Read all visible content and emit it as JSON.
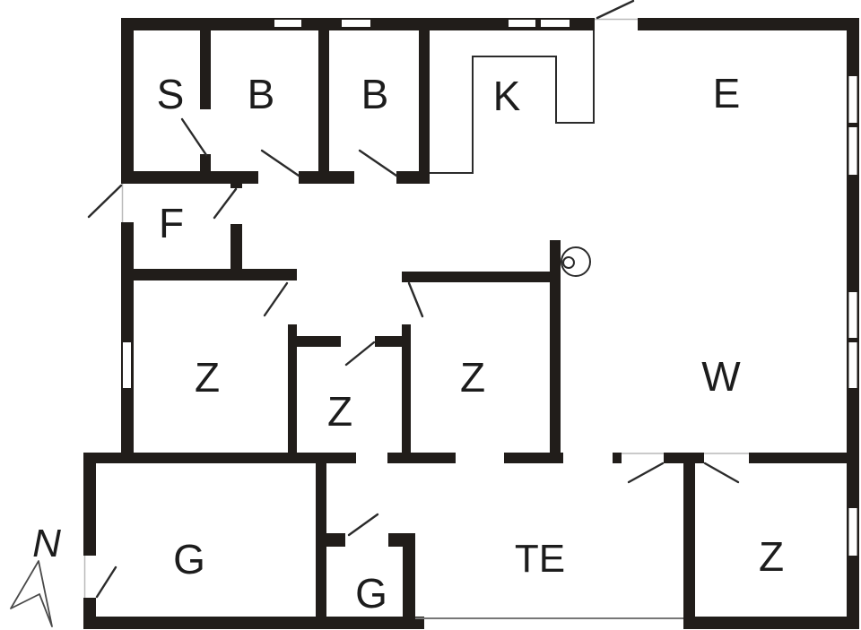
{
  "plan_title": "holiday-house-floor-plan",
  "colors": {
    "background": "#ffffff",
    "wall": "#211d1a",
    "line": "#2b2b2b",
    "light_line": "#b9b9b9",
    "text": "#1c1c1c"
  },
  "compass": {
    "label": "N"
  },
  "rooms": [
    {
      "name": "room-s",
      "label": "S"
    },
    {
      "name": "room-b-left",
      "label": "B"
    },
    {
      "name": "room-b-right",
      "label": "B"
    },
    {
      "name": "room-k",
      "label": "K"
    },
    {
      "name": "room-e",
      "label": "E"
    },
    {
      "name": "room-f",
      "label": "F"
    },
    {
      "name": "room-z-left",
      "label": "Z"
    },
    {
      "name": "room-z-middle",
      "label": "Z"
    },
    {
      "name": "room-z-right",
      "label": "Z"
    },
    {
      "name": "room-w",
      "label": "W"
    },
    {
      "name": "room-g-garage",
      "label": "G"
    },
    {
      "name": "room-g-small",
      "label": "G"
    },
    {
      "name": "room-te",
      "label": "TE"
    },
    {
      "name": "room-z-bottom",
      "label": "Z"
    }
  ]
}
